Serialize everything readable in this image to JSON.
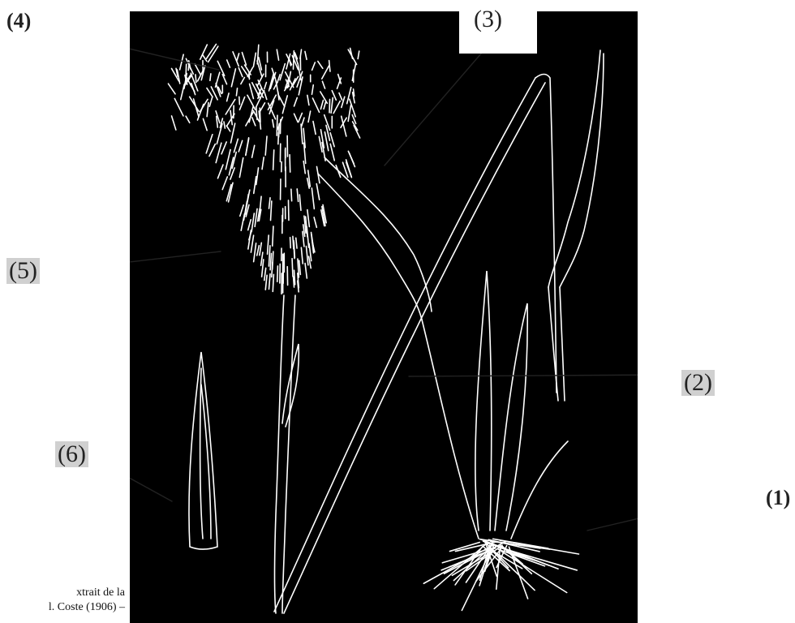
{
  "labels": {
    "l1": "(1)",
    "l2": "(2)",
    "l3": "(3)",
    "l4": "(4)",
    "l5": "(5)",
    "l6": "(6)"
  },
  "caption": {
    "line1": "xtrait de la",
    "line2": "l. Coste (1906) –"
  },
  "colors": {
    "plate_background": "#000000",
    "drawing_stroke": "#ffffff",
    "label_box": "#d0d0d0"
  }
}
